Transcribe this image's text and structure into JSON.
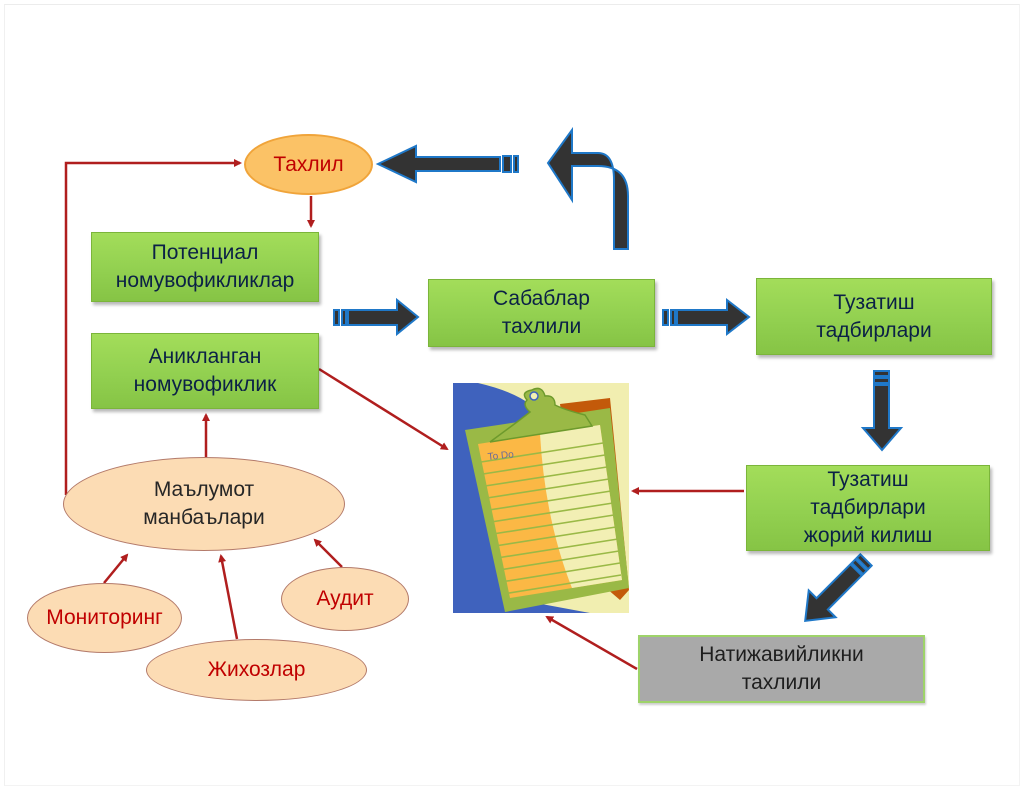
{
  "diagram": {
    "colors": {
      "green_box": "#92d050",
      "gray_box": "#a9a9a9",
      "box_text": "#0b2146",
      "ellipse_fill": "#fcdcb4",
      "ellipse_text_red": "#c00000",
      "analysis_fill": "#fbc266",
      "connector_red": "#b01e1e",
      "block_arrow_fill": "#333333",
      "block_arrow_outline": "#1f78c8"
    },
    "nodes": {
      "tahlil": "Тахлил",
      "potential": "Потенциал\nномувофикликлар",
      "identified": "Аникланган\nномувофиклик",
      "sources": "Маълумот\nманбаълари",
      "monitoring": "Мониторинг",
      "equipment": "Жихозлар",
      "audit": "Аудит",
      "cause_analysis": "Сабаблар\nтахлили",
      "corrective": "Тузатиш\nтадбирлари",
      "implement": "Тузатиш\nтадбирлари\nжорий килиш",
      "effectiveness": "Натижавийликни\nтахлили"
    },
    "clipboard": {
      "label": "To Do",
      "icon": "clipboard-todo-icon"
    },
    "connections": [
      {
        "from": "sources",
        "to": "tahlil",
        "style": "thin-red"
      },
      {
        "from": "tahlil",
        "to": "potential",
        "style": "thin-red"
      },
      {
        "from": "sources",
        "to": "identified",
        "style": "thin-red"
      },
      {
        "from": "monitoring",
        "to": "sources",
        "style": "thin-red"
      },
      {
        "from": "equipment",
        "to": "sources",
        "style": "thin-red"
      },
      {
        "from": "audit",
        "to": "sources",
        "style": "thin-red"
      },
      {
        "from": "identified",
        "to": "clipboard",
        "style": "thin-red"
      },
      {
        "from": "implement",
        "to": "clipboard",
        "style": "thin-red"
      },
      {
        "from": "effectiveness",
        "to": "clipboard",
        "style": "thin-red"
      },
      {
        "from": "potential",
        "to": "cause_analysis",
        "style": "block"
      },
      {
        "from": "cause_analysis",
        "to": "corrective",
        "style": "block"
      },
      {
        "from": "cause_analysis",
        "to": "tahlil",
        "style": "block-curved"
      },
      {
        "from": "corrective",
        "to": "implement",
        "style": "block"
      },
      {
        "from": "implement",
        "to": "effectiveness",
        "style": "block"
      }
    ]
  }
}
